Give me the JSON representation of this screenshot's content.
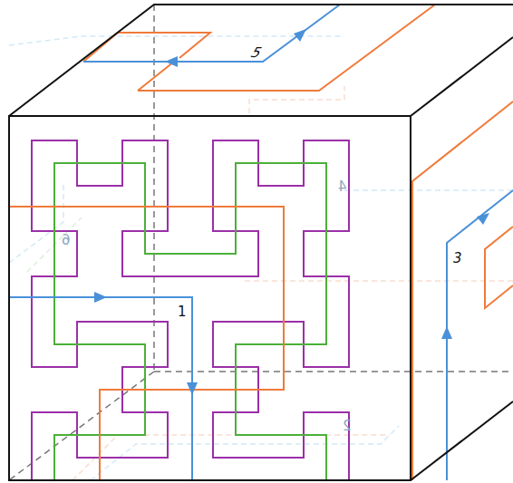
{
  "diagram": {
    "labels": [
      "5",
      "1",
      "3",
      "6",
      "4",
      "2"
    ]
  }
}
